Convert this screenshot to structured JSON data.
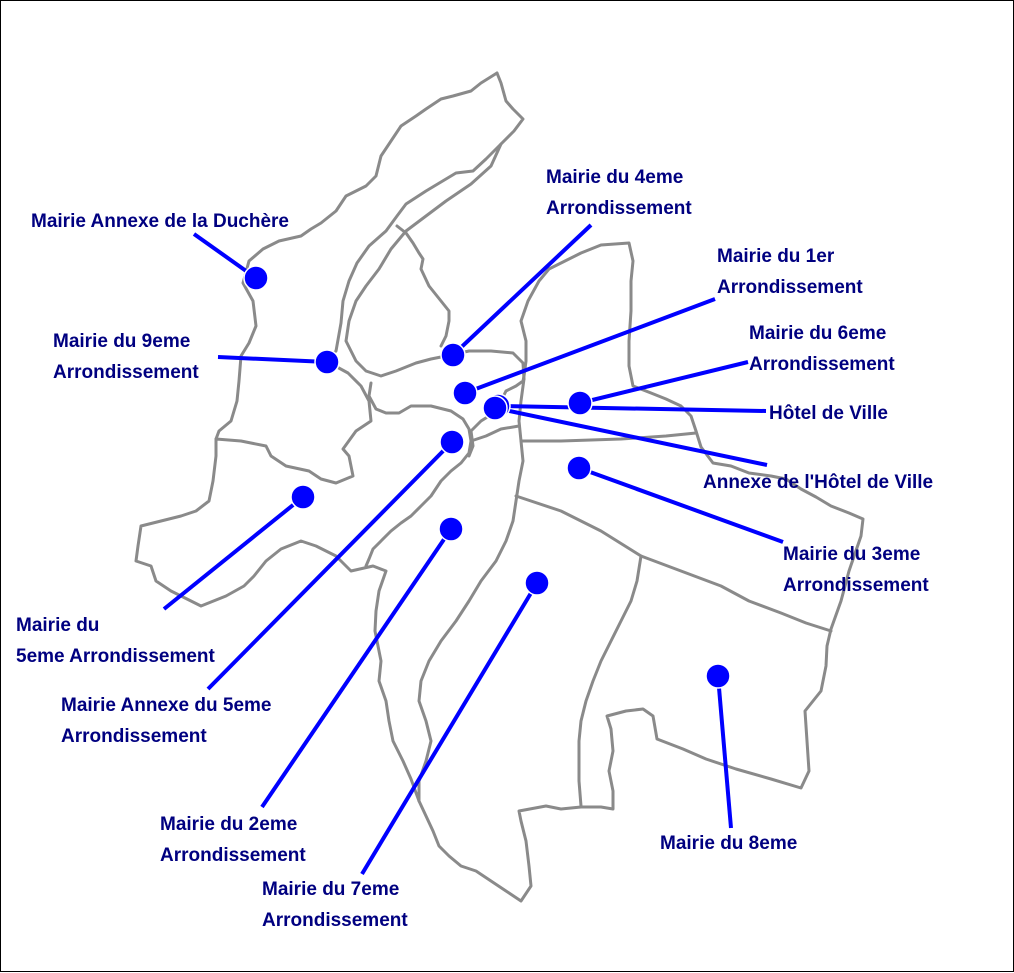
{
  "colors": {
    "boundary": "#8a8a8a",
    "marker": "#0000ff",
    "leader": "#0000ff",
    "label": "#000080",
    "background": "#ffffff"
  },
  "labels": [
    {
      "id": "mairie-annexe-duchere",
      "lines": [
        "Mairie Annexe de la Duchère"
      ]
    },
    {
      "id": "mairie-9eme",
      "lines": [
        "Mairie du 9eme",
        "Arrondissement"
      ]
    },
    {
      "id": "mairie-4eme",
      "lines": [
        "Mairie du 4eme",
        "Arrondissement"
      ]
    },
    {
      "id": "mairie-1er",
      "lines": [
        "Mairie du 1er",
        "Arrondissement"
      ]
    },
    {
      "id": "mairie-6eme",
      "lines": [
        "Mairie du 6eme",
        "Arrondissement"
      ]
    },
    {
      "id": "hotel-de-ville",
      "lines": [
        "Hôtel de Ville"
      ]
    },
    {
      "id": "annexe-hotel-de-ville",
      "lines": [
        "Annexe de l'Hôtel de Ville"
      ]
    },
    {
      "id": "mairie-3eme",
      "lines": [
        "Mairie du 3eme",
        "Arrondissement"
      ]
    },
    {
      "id": "mairie-5eme",
      "lines": [
        "Mairie du",
        "5eme Arrondissement"
      ]
    },
    {
      "id": "mairie-annexe-5eme",
      "lines": [
        "Mairie Annexe du 5eme",
        "Arrondissement"
      ]
    },
    {
      "id": "mairie-2eme",
      "lines": [
        "Mairie du 2eme",
        "Arrondissement"
      ]
    },
    {
      "id": "mairie-7eme",
      "lines": [
        "Mairie du 7eme",
        "Arrondissement"
      ]
    },
    {
      "id": "mairie-8eme",
      "lines": [
        "Mairie du 8eme"
      ]
    }
  ]
}
